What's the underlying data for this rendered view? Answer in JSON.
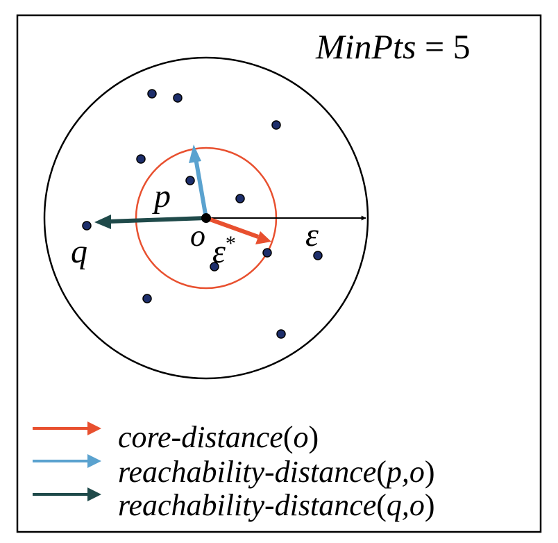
{
  "title": {
    "label": "MinPts",
    "equals": " = ",
    "value": "5"
  },
  "labels": {
    "p": "p",
    "q": "q",
    "o": "o",
    "epsilon_star_symbol": "ε",
    "epsilon_star_sup": "*",
    "epsilon": "ε"
  },
  "legend": [
    {
      "name_italic": "core-distance",
      "open": "(",
      "args": "o",
      "close": ")",
      "color": "#e8502f"
    },
    {
      "name_italic": "reachability-distance",
      "open": "(",
      "args": "p,o",
      "close": ")",
      "color": "#5aa2cf"
    },
    {
      "name_italic": "reachability-distance",
      "open": "(",
      "args": "q,o",
      "close": ")",
      "color": "#1f4a4a"
    }
  ],
  "colors": {
    "core_circle": "#e8502f",
    "core_arrow": "#e8502f",
    "reach_p_arrow": "#5aa2cf",
    "reach_q_arrow": "#1f4a4a",
    "epsilon_circle": "#000000",
    "point_fill": "#1d2e6b",
    "point_stroke": "#000000"
  }
}
